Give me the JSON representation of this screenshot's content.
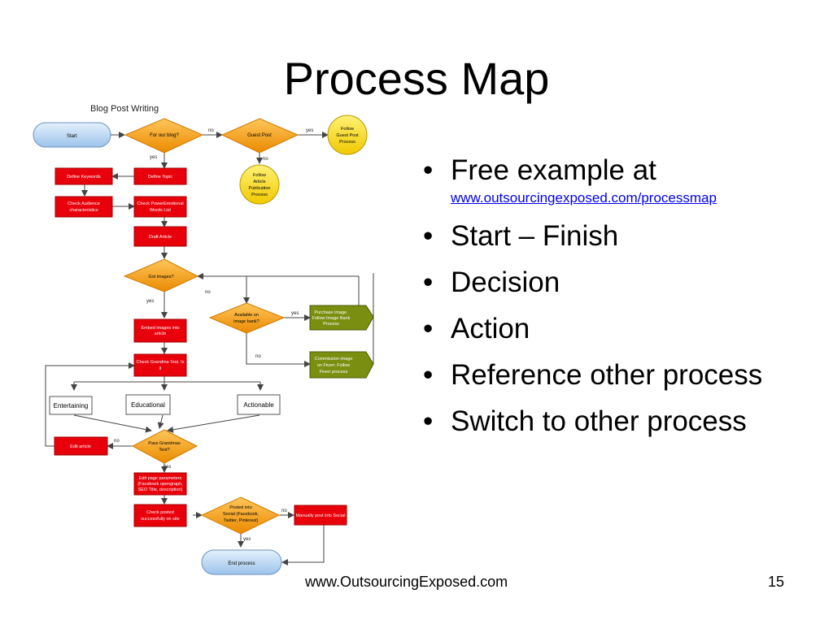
{
  "slide": {
    "title": "Process Map",
    "footer": "www.OutsourcingExposed.com",
    "page_number": "15"
  },
  "flowchart": {
    "title": "Blog Post Writing",
    "nodes": {
      "start": "Start",
      "for_our_blog": "For our blog?",
      "guest_post": "Guest Post",
      "follow_guest": [
        "Follow",
        "Guest Post",
        "Process"
      ],
      "follow_article": [
        "Follow",
        "Article",
        "Publication",
        "Process"
      ],
      "define_keywords": "Define Keywords",
      "define_topic": "Define Topic",
      "check_audience": [
        "Check Audience",
        "characteristics"
      ],
      "check_power": [
        "Check PowerEmotional",
        "Words List"
      ],
      "draft_article": "Draft Article",
      "got_images": "Got images?",
      "available_image_bank": [
        "Available on",
        "image bank?"
      ],
      "purchase_image": [
        "Purchase image.",
        "Follow Image Bank",
        "Process"
      ],
      "commission_image": [
        "Commission image",
        "on Fiverr. Follow",
        "Fiverr process"
      ],
      "embed_images": [
        "Embed images into",
        "article"
      ],
      "grandma_test": [
        "Check Grandma Test. Is",
        "it"
      ],
      "entertaining": "Entertaining",
      "educational": "Educational",
      "actionable": "Actionable",
      "edit_article": "Edit article",
      "pass_grandmas": [
        "Pass Grandmas",
        "Test?"
      ],
      "edit_page_params": [
        "Edit page parameters",
        "(Facebook opengraph,",
        "SEO Title, description)"
      ],
      "check_posted": [
        "Check posted",
        "successfully on site"
      ],
      "posted_social": [
        "Posted into",
        "Social (Facebook,",
        "Twitter, Pinterest)"
      ],
      "manually_post": "Manually post into Social",
      "end_process": "End process"
    },
    "edge_labels": {
      "yes": "yes",
      "no": "no"
    }
  },
  "bullets": {
    "items": [
      {
        "text": "Free example at",
        "link": "www.outsourcingexposed.com/processmap"
      },
      {
        "text": "Start – Finish"
      },
      {
        "text": "Decision"
      },
      {
        "text": "Action"
      },
      {
        "text": "Reference other process"
      },
      {
        "text": "Switch to other process"
      }
    ]
  },
  "colors": {
    "terminal_fill": "#bcd9f4",
    "terminal_stroke": "#6a92c2",
    "decision_fill": "#f5a623",
    "decision_stroke": "#d07a00",
    "action_fill": "#e8000b",
    "action_stroke": "#a00000",
    "reference_fill": "#ffe100",
    "reference_stroke": "#b79a00",
    "switch_fill": "#7a8f10",
    "switch_stroke": "#4d5a08",
    "link": "#0000ee"
  }
}
